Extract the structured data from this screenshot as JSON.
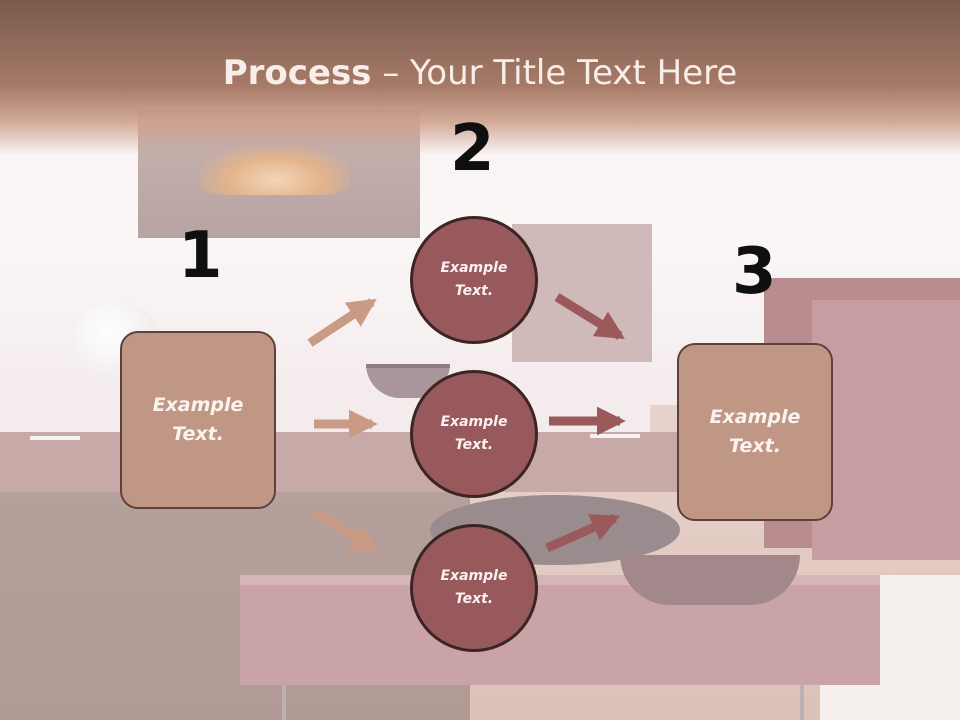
{
  "slide": {
    "title_bold": "Process",
    "title_rest": " – Your Title Text Here"
  },
  "steps": {
    "num1": "1",
    "num2": "2",
    "num3": "3"
  },
  "boxes": {
    "left": "Example\nText.",
    "right": "Example\nText."
  },
  "circles": [
    {
      "label": "Example\nText."
    },
    {
      "label": "Example\nText."
    },
    {
      "label": "Example\nText."
    }
  ],
  "colors": {
    "box_fill": "#c09784",
    "circle_fill": "#98595d",
    "arrow_light": "#c99a84",
    "arrow_dark": "#9a5a5c",
    "title_band": "#a67a67"
  }
}
